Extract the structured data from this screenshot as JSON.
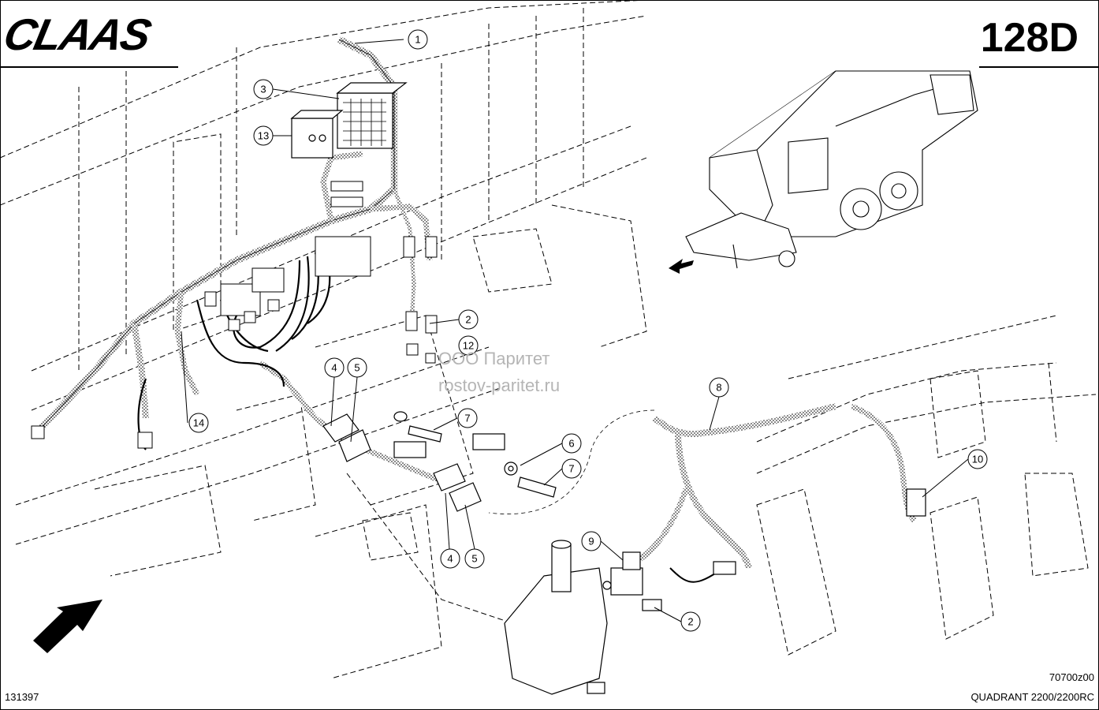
{
  "header": {
    "brand_logo": "CLAAS",
    "page_code": "128D"
  },
  "footer": {
    "left_number": "131397",
    "drawing_ref": "70700z00",
    "model": "QUADRANT 2200/2200RC"
  },
  "watermark": {
    "line1": "ООО Паритет",
    "line2": "rostov-paritet.ru"
  },
  "callouts": [
    "1",
    "2",
    "3",
    "4",
    "5",
    "6",
    "7",
    "8",
    "9",
    "10",
    "12",
    "13",
    "14"
  ],
  "colors": {
    "line": "#000000",
    "harness_fill": "#d9d9d9",
    "watermark": "#b5b5b5"
  },
  "icons": [
    "direction-arrow-icon",
    "baler-overview-illustration"
  ]
}
